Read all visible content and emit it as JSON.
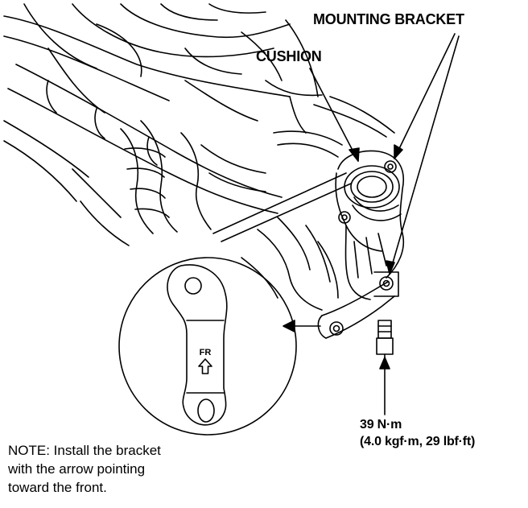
{
  "labels": {
    "mounting_bracket": "MOUNTING BRACKET",
    "cushion": "CUSHION",
    "torque_primary": "39 N·m",
    "torque_secondary": "(4.0 kgf·m, 29 lbf·ft)",
    "bracket_marking": "FR"
  },
  "note": {
    "line1": "NOTE:  Install the bracket",
    "line2": "with the arrow pointing",
    "line3": "toward the front."
  },
  "icons": {
    "bracket_arrow": "arrow-up-icon"
  },
  "colors": {
    "ink": "#000000",
    "paper": "#ffffff"
  }
}
